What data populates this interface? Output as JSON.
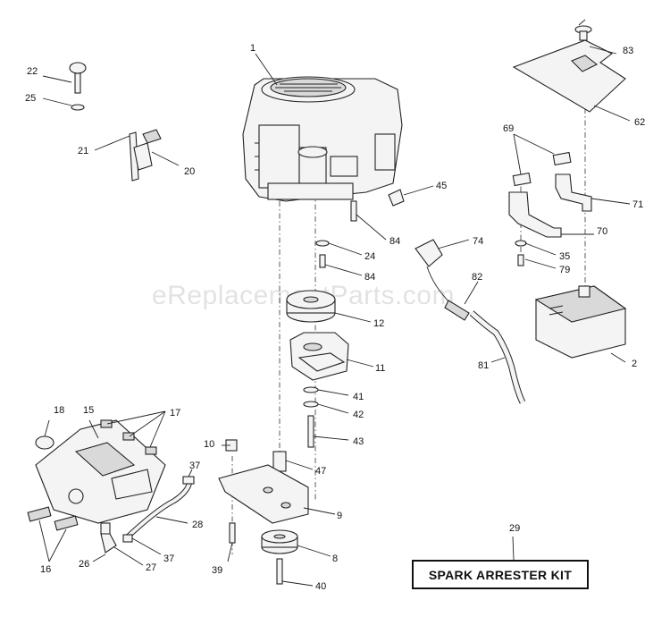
{
  "watermark": "eReplacementParts.com",
  "kit_label": "SPARK ARRESTER KIT",
  "callouts": {
    "c1": "1",
    "c2": "2",
    "c8": "8",
    "c9": "9",
    "c10": "10",
    "c11": "11",
    "c12": "12",
    "c15": "15",
    "c16": "16",
    "c17": "17",
    "c18": "18",
    "c20": "20",
    "c21": "21",
    "c22": "22",
    "c24": "24",
    "c25": "25",
    "c26": "26",
    "c27": "27",
    "c28": "28",
    "c29": "29",
    "c35": "35",
    "c37a": "37",
    "c37b": "37",
    "c39": "39",
    "c40": "40",
    "c41": "41",
    "c42": "42",
    "c43": "43",
    "c45": "45",
    "c47": "47",
    "c62": "62",
    "c69": "69",
    "c70": "70",
    "c71": "71",
    "c74": "74",
    "c79": "79",
    "c81": "81",
    "c82": "82",
    "c83": "83",
    "c84a": "84",
    "c84b": "84"
  },
  "parts": {
    "p1": "engine-icon",
    "p2": "muffler-icon",
    "p8": "pulley-icon",
    "p9": "bracket-icon",
    "p11": "electric-clutch-icon",
    "p12": "pulley-icon",
    "p15": "engine-mount-icon",
    "p62": "heat-shield-icon",
    "p70": "exhaust-pipe-icon",
    "p71": "exhaust-pipe-icon",
    "p81": "fuel-hose-icon",
    "p28": "hose-icon"
  }
}
